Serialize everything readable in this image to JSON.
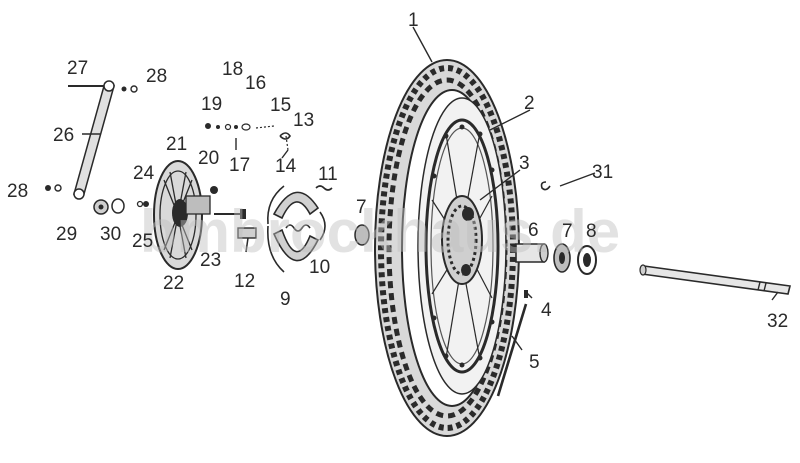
{
  "diagram": {
    "watermark": "bmbrockhaus.de",
    "callouts": [
      {
        "id": "c1",
        "text": "1"
      },
      {
        "id": "c2",
        "text": "2"
      },
      {
        "id": "c3",
        "text": "3"
      },
      {
        "id": "c4",
        "text": "4"
      },
      {
        "id": "c5",
        "text": "5"
      },
      {
        "id": "c6",
        "text": "6"
      },
      {
        "id": "c7a",
        "text": "7"
      },
      {
        "id": "c7b",
        "text": "7"
      },
      {
        "id": "c8",
        "text": "8"
      },
      {
        "id": "c9",
        "text": "9"
      },
      {
        "id": "c10",
        "text": "10"
      },
      {
        "id": "c11",
        "text": "11"
      },
      {
        "id": "c12",
        "text": "12"
      },
      {
        "id": "c13",
        "text": "13"
      },
      {
        "id": "c14",
        "text": "14"
      },
      {
        "id": "c15",
        "text": "15"
      },
      {
        "id": "c16",
        "text": "16"
      },
      {
        "id": "c17",
        "text": "17"
      },
      {
        "id": "c18",
        "text": "18"
      },
      {
        "id": "c19",
        "text": "19"
      },
      {
        "id": "c20",
        "text": "20"
      },
      {
        "id": "c21",
        "text": "21"
      },
      {
        "id": "c22",
        "text": "22"
      },
      {
        "id": "c23",
        "text": "23"
      },
      {
        "id": "c24",
        "text": "24"
      },
      {
        "id": "c25",
        "text": "25"
      },
      {
        "id": "c26",
        "text": "26"
      },
      {
        "id": "c27",
        "text": "27"
      },
      {
        "id": "c28a",
        "text": "28"
      },
      {
        "id": "c28b",
        "text": "28"
      },
      {
        "id": "c29",
        "text": "29"
      },
      {
        "id": "c30",
        "text": "30"
      },
      {
        "id": "c31",
        "text": "31"
      },
      {
        "id": "c32",
        "text": "32"
      }
    ]
  }
}
